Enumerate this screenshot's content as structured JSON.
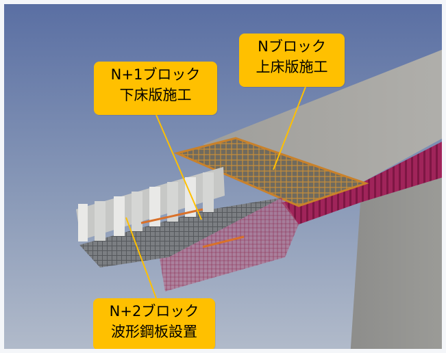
{
  "callouts": {
    "n_block": {
      "line1": "Nブロック",
      "line2": "上床版施工"
    },
    "n1_block": {
      "line1": "N+1ブロック",
      "line2": "下床版施工"
    },
    "n2_block": {
      "line1": "N+2ブロック",
      "line2": "波形鋼板設置"
    }
  },
  "colors": {
    "sky_top": "#5a6fa3",
    "sky_bottom": "#a9b5c8",
    "concrete": "#a8a7a3",
    "steel_web": "#a0245a",
    "callout_fill": "#ffc000",
    "leader": "#ffc000"
  }
}
